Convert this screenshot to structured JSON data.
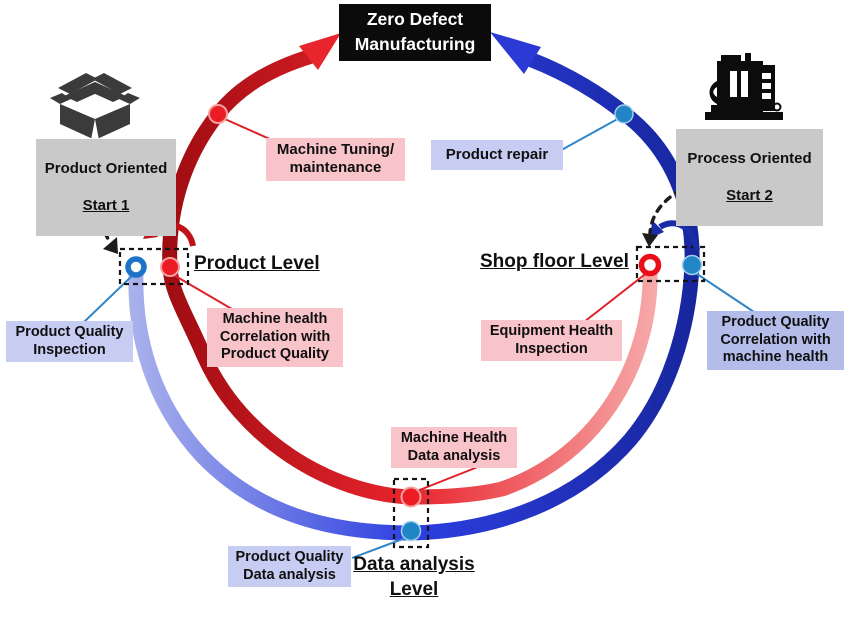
{
  "title": {
    "text": "Zero Defect Manufacturing"
  },
  "starts": {
    "start1": {
      "line1": "Product Oriented",
      "line2": "Start 1",
      "icon": "open-box-icon"
    },
    "start2": {
      "line1": "Process Oriented",
      "line2": "Start 2",
      "icon": "cnc-machine-icon"
    }
  },
  "levels": {
    "product": "Product Level",
    "shop_floor": "Shop floor Level",
    "data_analysis": "Data analysis\nLevel"
  },
  "activities": {
    "machine_tuning": "Machine Tuning/\nmaintenance",
    "product_repair": "Product repair",
    "pq_inspection": "Product Quality\nInspection",
    "mh_correlation": "Machine health\nCorrelation with\nProduct Quality",
    "eh_inspection": "Equipment Health\nInspection",
    "pq_correlation": "Product Quality\nCorrelation with\nmachine health",
    "mh_data": "Machine Health\nData analysis",
    "pq_data": "Product Quality\nData analysis"
  },
  "colors": {
    "dark_red": "#9a0b10",
    "bright_red": "#e8242c",
    "pink_arc": "#f7aeae",
    "periwinkle_arc": "#aab2ec",
    "bright_blue": "#2c3ee0",
    "dark_blue": "#17269c",
    "dot_blue": "#2185c6",
    "dot_red": "#ec1c24",
    "pink_label_bg": "#f8c3c9",
    "lavender_label_bg": "#c6ccf2",
    "lavender_dark_label_bg": "#b4bce9",
    "gray_label_bg": "#c9c9c9",
    "title_bg": "#0b0b0b"
  }
}
